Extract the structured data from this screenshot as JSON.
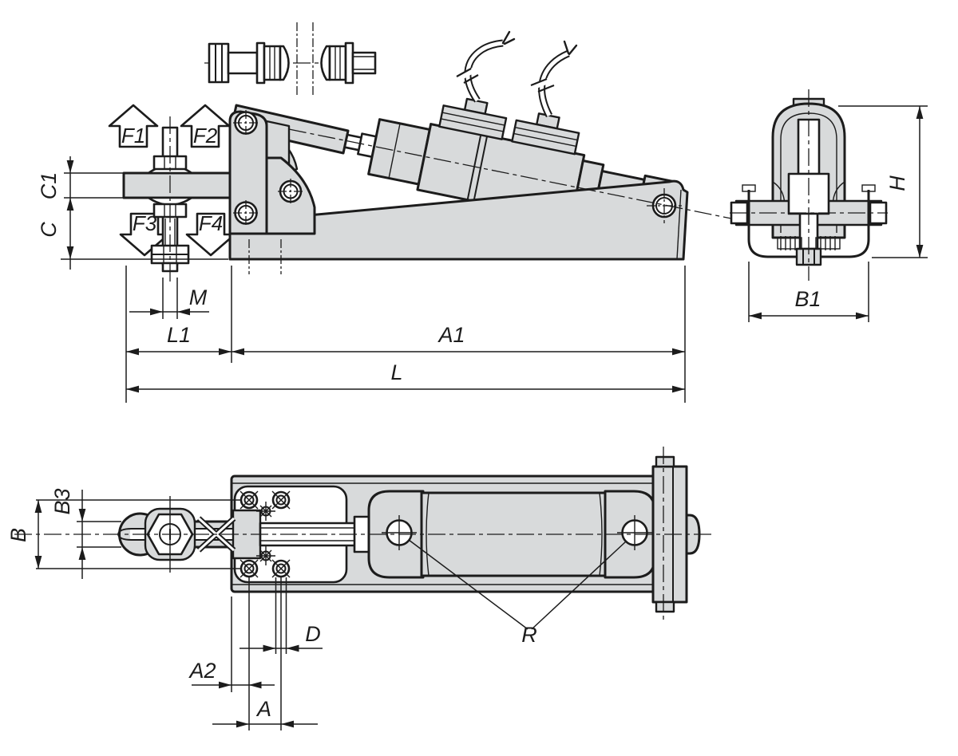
{
  "colors": {
    "background": "#ffffff",
    "line": "#1c1c1c",
    "part_fill": "#d8dadb"
  },
  "force_arrows": {
    "f1": "F1",
    "f2": "F2",
    "f3": "F3",
    "f4": "F4"
  },
  "dimensions": {
    "side_view": {
      "c1": "C1",
      "c": "C",
      "m": "M",
      "l1": "L1",
      "a1": "A1",
      "l": "L"
    },
    "end_view": {
      "h": "H",
      "b1": "B1"
    },
    "top_view": {
      "b": "B",
      "b3": "B3",
      "d": "D",
      "a2": "A2",
      "a": "A",
      "r": "R"
    }
  }
}
